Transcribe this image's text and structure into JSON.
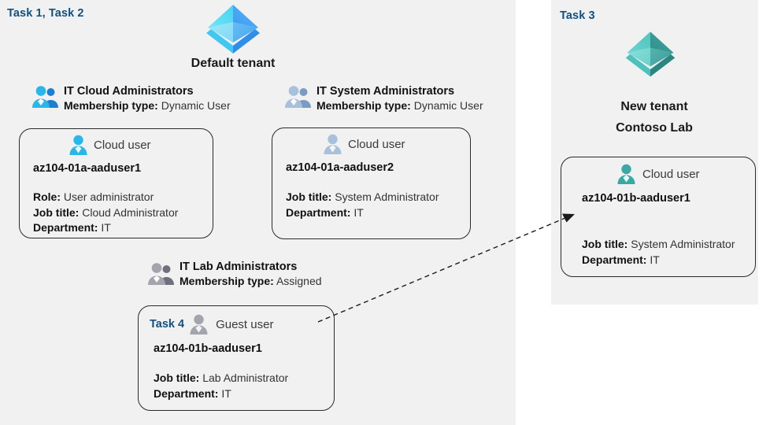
{
  "panels": {
    "left": {
      "task_label": "Task 1, Task 2"
    },
    "right": {
      "task_label": "Task 3"
    }
  },
  "tenants": [
    {
      "id": "default-tenant",
      "icon": "azure-ad-tenant-icon",
      "title": "Default tenant",
      "color": "#3fa9f5"
    },
    {
      "id": "new-tenant",
      "icon": "azure-ad-tenant-icon",
      "title_line1": "New  tenant",
      "title_line2": "Contoso Lab",
      "color": "#3aa9a3"
    }
  ],
  "groups": [
    {
      "id": "it-cloud-administrators",
      "icon": "group-users-icon",
      "title": "IT Cloud Administrators",
      "membership_label": "Membership type:",
      "membership_value": "Dynamic User"
    },
    {
      "id": "it-system-administrators",
      "icon": "group-users-icon",
      "title": "IT System Administrators",
      "membership_label": "Membership type:",
      "membership_value": "Dynamic User"
    },
    {
      "id": "it-lab-administrators",
      "icon": "group-users-icon",
      "title": "IT Lab Administrators",
      "membership_label": "Membership type:",
      "membership_value": "Assigned"
    }
  ],
  "cards": [
    {
      "id": "az104-01a-aaduser1",
      "user_type": "Cloud user",
      "icon": "cloud-user-icon",
      "name": "az104-01a-aaduser1",
      "task": "",
      "props": [
        {
          "label": "Role:",
          "value": "User administrator"
        },
        {
          "label": "Job title:",
          "value": "Cloud Administrator"
        },
        {
          "label": "Department:",
          "value": "IT"
        }
      ]
    },
    {
      "id": "az104-01a-aaduser2",
      "user_type": "Cloud user",
      "icon": "cloud-user-icon",
      "name": "az104-01a-aaduser2",
      "task": "",
      "props": [
        {
          "label": "Job title:",
          "value": "System Administrator"
        },
        {
          "label": "Department:",
          "value": "IT"
        }
      ]
    },
    {
      "id": "az104-01b-aaduser1-guest",
      "user_type": "Guest user",
      "icon": "guest-user-icon",
      "name": "az104-01b-aaduser1",
      "task": "Task 4",
      "props": [
        {
          "label": "Job title:",
          "value": "Lab Administrator"
        },
        {
          "label": "Department:",
          "value": "IT"
        }
      ]
    },
    {
      "id": "az104-01b-aaduser1-cloud",
      "user_type": "Cloud user",
      "icon": "cloud-user-icon",
      "name": "az104-01b-aaduser1",
      "task": "",
      "props": [
        {
          "label": "Job title:",
          "value": "System Administrator"
        },
        {
          "label": "Department:",
          "value": "IT"
        }
      ]
    }
  ],
  "connector": {
    "id": "guest-to-cloud-user-arrow",
    "style": "dashed",
    "arrowhead": "filled-triangle",
    "from": "az104-01b-aaduser1-guest",
    "to": "az104-01b-aaduser1-cloud"
  },
  "colors": {
    "panel_background": "#f1f1f1",
    "page_background": "#ffffff",
    "task_label": "#12517f",
    "card_border": "#2a2a2a",
    "text_primary": "#111111",
    "text_secondary": "#333333",
    "tenant_blue": "#3fa9f5",
    "tenant_teal": "#3aa9a3",
    "icon_cyan": "#29b6e8",
    "icon_steel": "#9db4cf",
    "icon_gray": "#9b9ba3"
  }
}
